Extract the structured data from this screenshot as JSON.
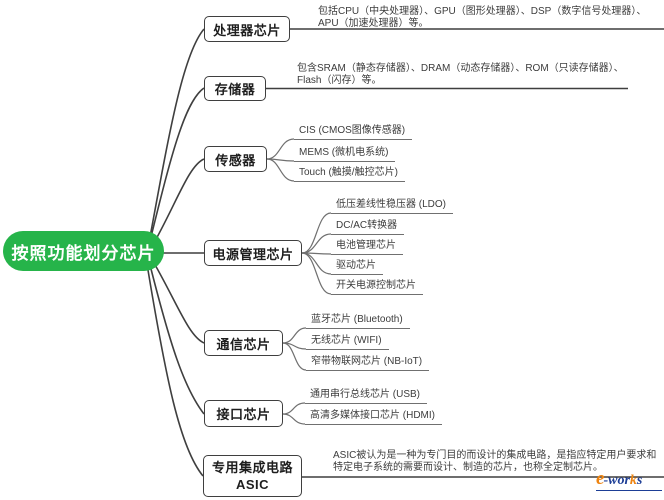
{
  "root": {
    "label": "按照功能划分芯片",
    "color": "#26B44A"
  },
  "branches": [
    {
      "label": "处理器芯片",
      "note": "包括CPU（中央处理器）、GPU（图形处理器）、DSP（数字信号处理器）、APU（加速处理器）等。"
    },
    {
      "label": "存储器",
      "note": "包含SRAM（静态存储器）、DRAM（动态存储器）、ROM（只读存储器）、Flash（闪存）等。"
    },
    {
      "label": "传感器",
      "children": [
        {
          "label": "CIS (CMOS图像传感器)"
        },
        {
          "label": "MEMS (微机电系统)"
        },
        {
          "label": "Touch (触摸/触控芯片)"
        }
      ]
    },
    {
      "label": "电源管理芯片",
      "children": [
        {
          "label": "低压差线性稳压器 (LDO)"
        },
        {
          "label": "DC/AC转换器"
        },
        {
          "label": "电池管理芯片"
        },
        {
          "label": "驱动芯片"
        },
        {
          "label": "开关电源控制芯片"
        }
      ]
    },
    {
      "label": "通信芯片",
      "children": [
        {
          "label": "蓝牙芯片 (Bluetooth)"
        },
        {
          "label": "无线芯片 (WIFI)"
        },
        {
          "label": "窄带物联网芯片 (NB-IoT)"
        }
      ]
    },
    {
      "label": "接口芯片",
      "children": [
        {
          "label": "通用串行总线芯片 (USB)"
        },
        {
          "label": "高清多媒体接口芯片 (HDMI)"
        }
      ]
    },
    {
      "label": "专用集成电路",
      "label2": "ASIC",
      "note": "ASIC被认为是一种为专门目的而设计的集成电路，是指应特定用户要求和特定电子系统的需要而设计、制造的芯片，也称全定制芯片。"
    }
  ],
  "logo": {
    "swoosh": "e",
    "part1": "-wor",
    "part2": "k",
    "part3": "s",
    "blue": "#1D3E96",
    "orange": "#EE8411"
  }
}
